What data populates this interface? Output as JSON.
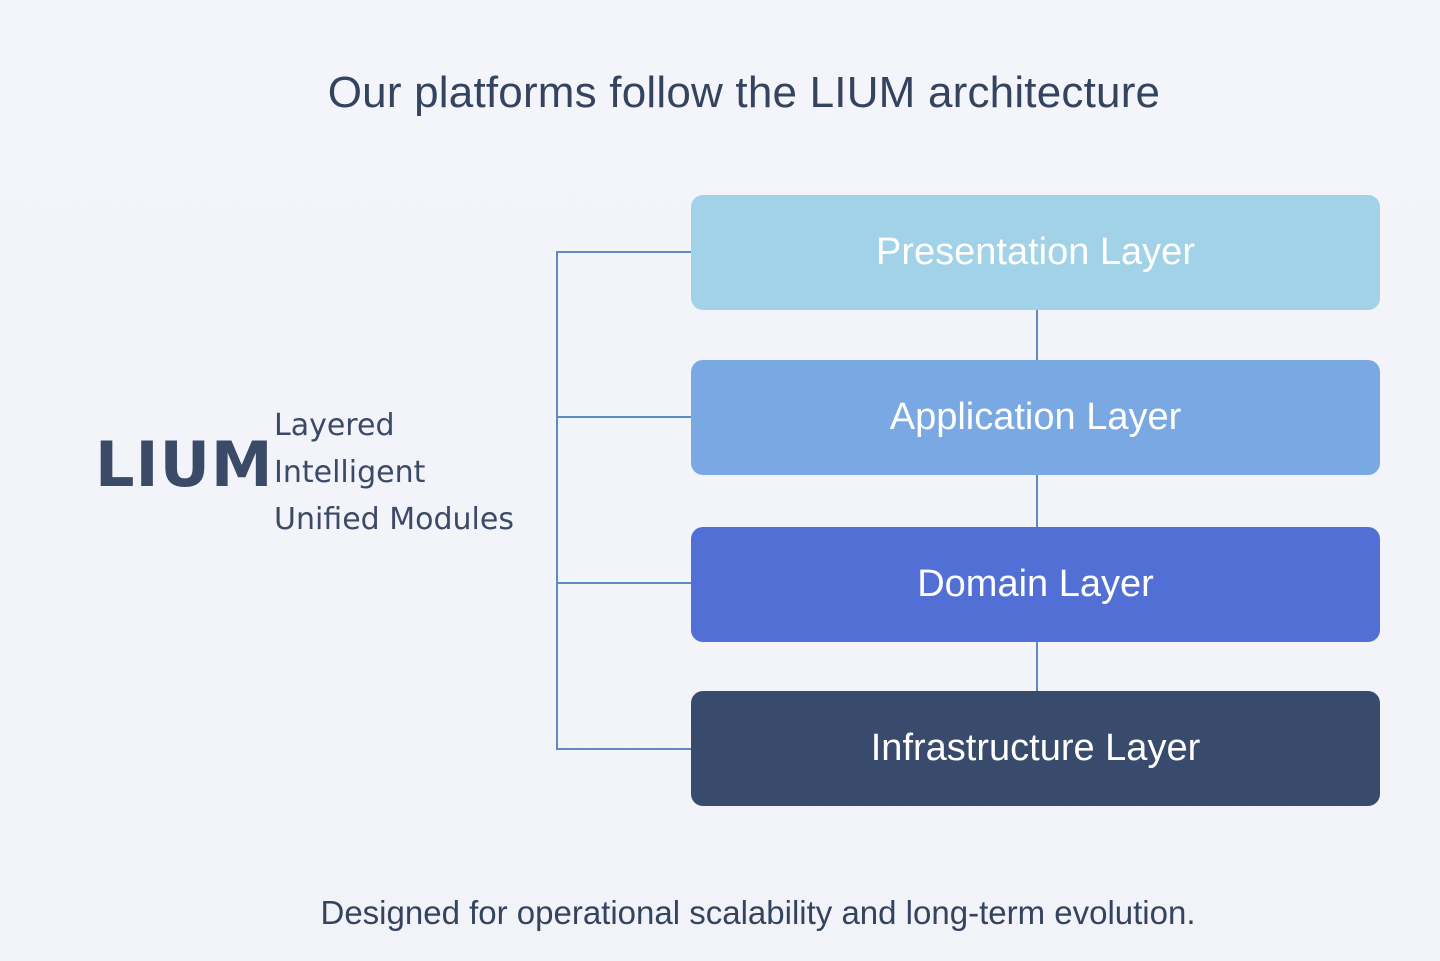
{
  "title": "Our platforms follow the LIUM architecture",
  "brand": {
    "acronym": "LIUM",
    "expansion": [
      "Layered",
      "Intelligent",
      "Unified Modules"
    ]
  },
  "layers": [
    {
      "label": "Presentation Layer",
      "color": "#a1d2e8"
    },
    {
      "label": "Application Layer",
      "color": "#79a8e3"
    },
    {
      "label": "Domain Layer",
      "color": "#516fd5"
    },
    {
      "label": "Infrastructure Layer",
      "color": "#384b6d"
    }
  ],
  "colors": {
    "text": "#34445f",
    "connector": "#5f8ac4",
    "background": "#f3f5fb"
  },
  "footer": "Designed for operational scalability and long-term evolution."
}
